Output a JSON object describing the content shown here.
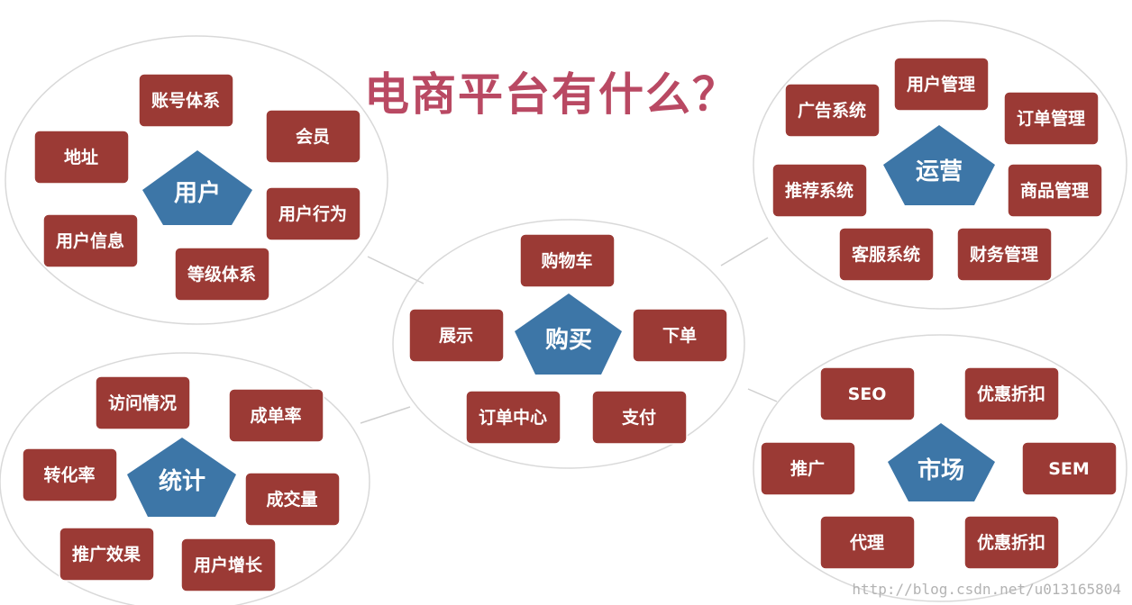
{
  "title": "电商平台有什么？",
  "watermark": "http://blog.csdn.net/u013165804",
  "colors": {
    "title": "#b94963",
    "node_fill": "#9b3a35",
    "hub_fill": "#3d76a7",
    "ellipse_stroke": "#d9d9d9"
  },
  "groups": [
    {
      "id": "user",
      "hub": "用户",
      "items": [
        "账号体系",
        "会员",
        "地址",
        "用户行为",
        "用户信息",
        "等级体系"
      ]
    },
    {
      "id": "operations",
      "hub": "运营",
      "items": [
        "用户管理",
        "广告系统",
        "订单管理",
        "推荐系统",
        "商品管理",
        "客服系统",
        "财务管理"
      ]
    },
    {
      "id": "purchase",
      "hub": "购买",
      "items": [
        "购物车",
        "展示",
        "下单",
        "订单中心",
        "支付"
      ]
    },
    {
      "id": "statistics",
      "hub": "统计",
      "items": [
        "访问情况",
        "成单率",
        "转化率",
        "成交量",
        "推广效果",
        "用户增长"
      ]
    },
    {
      "id": "market",
      "hub": "市场",
      "items": [
        "SEO",
        "优惠折扣",
        "推广",
        "SEM",
        "代理",
        "优惠折扣"
      ]
    }
  ]
}
